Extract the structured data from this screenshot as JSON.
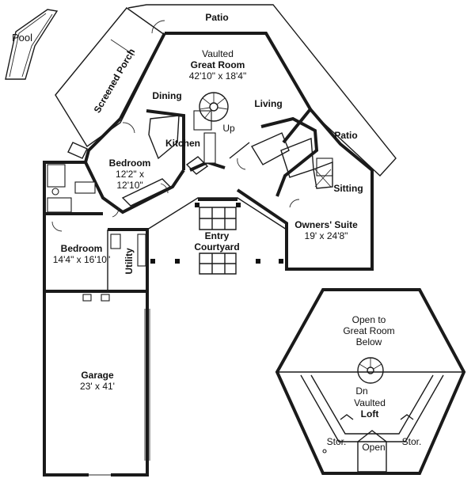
{
  "labels": {
    "pool": "Pool",
    "patio_top": "Patio",
    "screened_porch": "Screened Porch",
    "great_room_line1": "Vaulted",
    "great_room_line2": "Great Room",
    "great_room_dims": "42'10\" x 18'4\"",
    "dining": "Dining",
    "living": "Living",
    "up": "Up",
    "kitchen": "Kitchen",
    "bedroom_center": "Bedroom",
    "bedroom_center_dims1": "12'2\" x",
    "bedroom_center_dims2": "12'10\"",
    "patio_right": "Patio",
    "sitting": "Sitting",
    "owners_suite": "Owners' Suite",
    "owners_suite_dims": "19' x 24'8\"",
    "entry_line1": "Entry",
    "entry_line2": "Courtyard",
    "bedroom_left": "Bedroom",
    "bedroom_left_dims": "14'4\" x 16'10\"",
    "utility": "Utility",
    "garage": "Garage",
    "garage_dims": "23' x 41'",
    "open_to_line1": "Open to",
    "open_to_line2": "Great Room",
    "open_to_line3": "Below",
    "dn": "Dn",
    "loft_line1": "Vaulted",
    "loft_line2": "Loft",
    "stor_left": "Stor.",
    "stor_right": "Stor.",
    "open_bottom": "Open"
  }
}
